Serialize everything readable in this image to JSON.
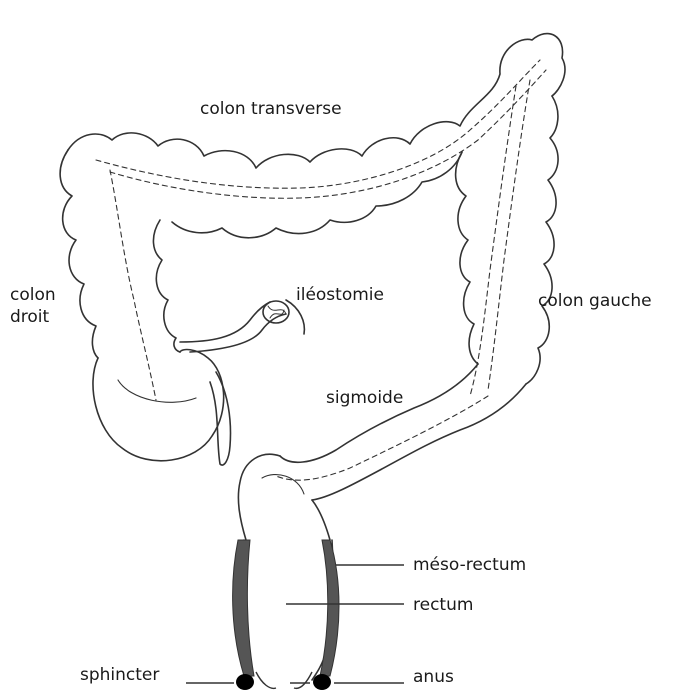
{
  "labels": {
    "colon_transverse": "colon transverse",
    "colon_droit": "colon\ndroit",
    "ileostomie": "iléostomie",
    "colon_gauche": "colon gauche",
    "sigmoide": "sigmoide",
    "meso_rectum": "méso-rectum",
    "rectum": "rectum",
    "sphincter": "sphincter",
    "anus": "anus"
  },
  "colors": {
    "line": "#333333",
    "meso_fill": "#555555",
    "sphincter_fill": "#000000"
  }
}
